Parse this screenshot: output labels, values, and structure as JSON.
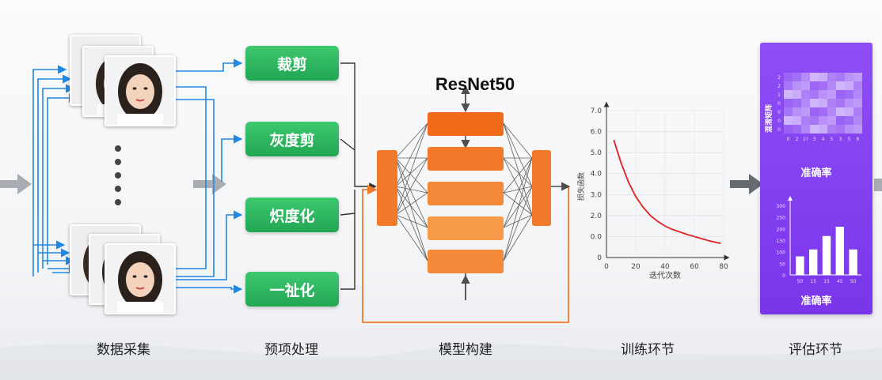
{
  "stages": [
    {
      "id": "collect",
      "label": "数据采集"
    },
    {
      "id": "preprocess",
      "label": "预项处理"
    },
    {
      "id": "model",
      "label": "模型构建"
    },
    {
      "id": "train",
      "label": "训练环节"
    },
    {
      "id": "eval",
      "label": "评估环节"
    }
  ],
  "preprocess_steps": [
    "裁剪",
    "灰度剪",
    "炽度化",
    "一祉化"
  ],
  "model": {
    "title": "ResNet50"
  },
  "colors": {
    "green": "#2bb55d",
    "orange": "#f07a2a",
    "orange_light": "#f79a4a",
    "blue": "#1e88e5",
    "purple": "#8a45f2",
    "loss_line": "#e02020",
    "gray_arrow": "#a9adb3"
  },
  "chart_data": [
    {
      "type": "line",
      "title": "",
      "xlabel": "迭代次数",
      "ylabel": "损失函数",
      "x_ticks": [
        "0",
        "20",
        "40",
        "60",
        "80"
      ],
      "y_ticks": [
        "0",
        "0.0",
        "2.0",
        "3.0",
        "4.0",
        "5.0",
        "6.0",
        "7.0"
      ],
      "xlim": [
        0,
        80
      ],
      "ylim": [
        0,
        7
      ],
      "grid": true,
      "x": [
        5,
        10,
        15,
        20,
        25,
        30,
        35,
        40,
        45,
        50,
        55,
        60,
        65,
        70,
        75,
        78
      ],
      "y": [
        5.6,
        4.5,
        3.6,
        2.9,
        2.4,
        2.0,
        1.72,
        1.5,
        1.34,
        1.22,
        1.1,
        1.0,
        0.9,
        0.8,
        0.72,
        0.68
      ]
    },
    {
      "type": "heatmap",
      "title": "",
      "xlabel": "准确率",
      "ylabel": "混淆矩阵",
      "x_ticks": [
        "0",
        "2",
        "1?",
        "3",
        "4",
        "5",
        "3",
        "5",
        "6"
      ],
      "y_ticks": [
        "2",
        "2",
        "1",
        "0",
        "0",
        "0",
        "0"
      ]
    },
    {
      "type": "bar",
      "title": "",
      "xlabel": "准确率",
      "categories": [
        "50",
        "15",
        "15",
        "45",
        "50"
      ],
      "values": [
        80,
        110,
        168,
        208,
        110
      ],
      "y_ticks": [
        "0",
        "50",
        "100",
        "150",
        "200",
        "250",
        "300"
      ],
      "ylim": [
        0,
        300
      ]
    }
  ]
}
